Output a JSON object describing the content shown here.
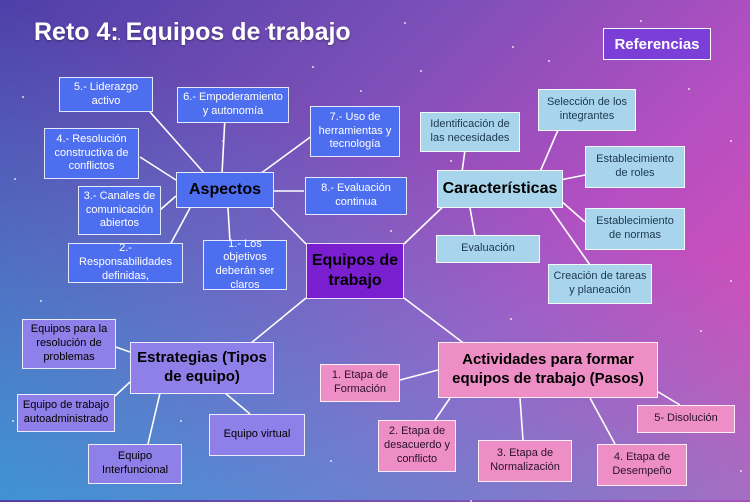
{
  "title": "Reto 4: Equipos de trabajo",
  "references_button": "Referencias",
  "center": "Equipos de trabajo",
  "aspectos": {
    "hub": "Aspectos",
    "items": [
      "5.- Liderazgo activo",
      "6.- Empoderamiento y autonomía",
      "7.- Uso de herramientas y tecnología",
      "4.- Resolución constructiva de conflictos",
      "3.- Canales de comunicación abiertos",
      "2.- Responsabilidades definidas,",
      "1.- Los objetivos deberán ser claros",
      "8.- Evaluación continua"
    ]
  },
  "caracteristicas": {
    "hub": "Características",
    "items": [
      "Identificación de las necesidades",
      "Selección de los integrantes",
      "Establecimiento de roles",
      "Establecimiento de normas",
      "Creación de tareas y planeación",
      "Evaluación"
    ]
  },
  "estrategias": {
    "hub": "Estrategias (Tipos de equipo)",
    "items": [
      "Equipos para la resolución de problemas",
      "Equipo de trabajo autoadministrado",
      "Equipo Interfuncional",
      "Equipo virtual"
    ]
  },
  "actividades": {
    "hub": "Actividades para formar equipos de trabajo (Pasos)",
    "items": [
      "1. Etapa de Formación",
      "2. Etapa de desacuerdo y conflicto",
      "3. Etapa de Normalización",
      "4. Etapa de Desempeño",
      "5- Disolución"
    ]
  },
  "colors": {
    "blue": "#4e6ef0",
    "light_blue": "#a9d5ec",
    "center_purple": "#7a1fd0",
    "lavender": "#8f7fe8",
    "pink": "#ee8ec6",
    "references_button": "#7b3fd8"
  }
}
